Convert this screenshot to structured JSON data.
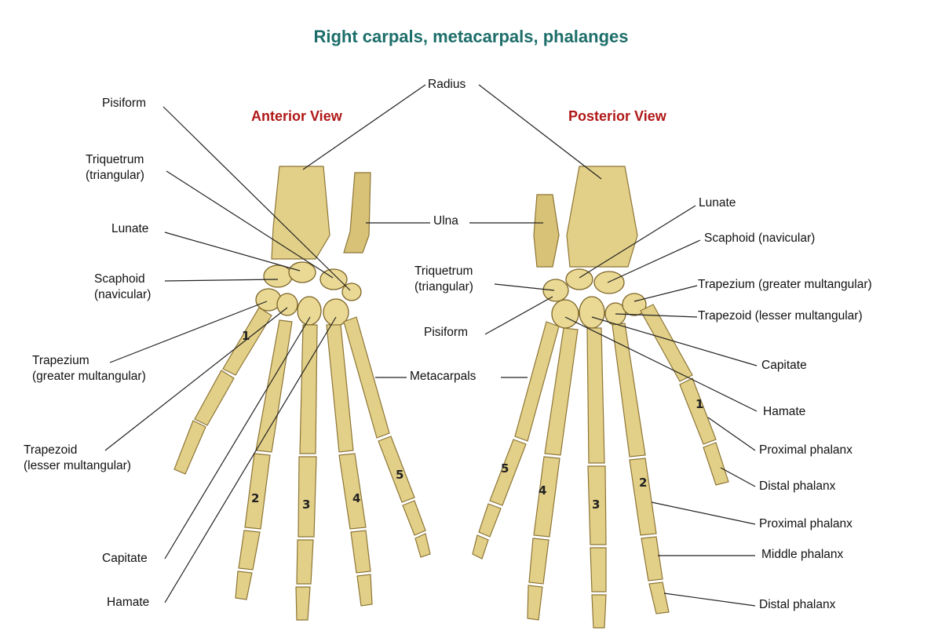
{
  "title": "Right carpals, metacarpals, phalanges",
  "views": {
    "anterior": "Anterior View",
    "posterior": "Posterior View"
  },
  "labels": {
    "pisiform_left": "Pisiform",
    "triquetrum_left": "Triquetrum\n(triangular)",
    "lunate_left": "Lunate",
    "scaphoid_left": "Scaphoid\n(navicular)",
    "trapezium_left": "Trapezium\n(greater multangular)",
    "trapezoid_left": "Trapezoid\n(lesser multangular)",
    "capitate_left": "Capitate",
    "hamate_left": "Hamate",
    "radius": "Radius",
    "ulna": "Ulna",
    "triquetrum_center": "Triquetrum\n(triangular)",
    "pisiform_center": "Pisiform",
    "metacarpals": "Metacarpals",
    "lunate_right": "Lunate",
    "scaphoid_right": "Scaphoid (navicular)",
    "trapezium_right": "Trapezium (greater multangular)",
    "trapezoid_right": "Trapezoid (lesser multangular)",
    "capitate_right": "Capitate",
    "hamate_right": "Hamate",
    "proximal_phalanx_1": "Proximal phalanx",
    "distal_phalanx_1": "Distal phalanx",
    "proximal_phalanx_2": "Proximal phalanx",
    "middle_phalanx": "Middle phalanx",
    "distal_phalanx_2": "Distal phalanx"
  },
  "digit_numbers_anterior": [
    "1",
    "2",
    "3",
    "4",
    "5"
  ],
  "digit_numbers_posterior": [
    "1",
    "2",
    "3",
    "4",
    "5"
  ],
  "colors": {
    "title": "#1d6e6a",
    "view_heading": "#b01818",
    "bone": "#e3d088"
  }
}
